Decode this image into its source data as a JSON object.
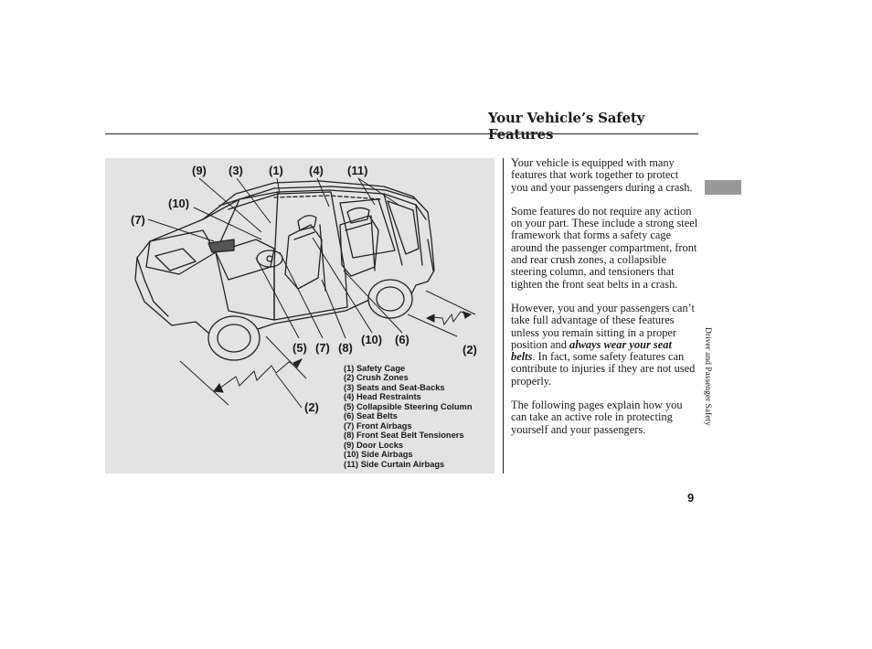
{
  "header": {
    "title": "Your Vehicle’s Safety Features"
  },
  "side_tab": {
    "label": "Driver and Passenger Safety"
  },
  "page_number": "9",
  "figure": {
    "callouts": {
      "c9": "(9)",
      "c3": "(3)",
      "c1": "(1)",
      "c4": "(4)",
      "c11": "(11)",
      "c10a": "(10)",
      "c7a": "(7)",
      "c5": "(5)",
      "c7b": "(7)",
      "c8": "(8)",
      "c10b": "(10)",
      "c6": "(6)",
      "c2a": "(2)",
      "c2b": "(2)"
    },
    "legend": [
      "(1) Safety Cage",
      "(2) Crush Zones",
      "(3) Seats and Seat-Backs",
      "(4) Head Restraints",
      "(5) Collapsible Steering Column",
      "(6) Seat Belts",
      "(7) Front Airbags",
      "(8) Front Seat Belt Tensioners",
      "(9) Door Locks",
      "(10) Side Airbags",
      "(11) Side Curtain Airbags"
    ]
  },
  "body": {
    "p1": "Your vehicle is equipped with many features that work together to protect you and your passengers during a crash.",
    "p2": "Some features do not require any action on your part. These include a strong steel framework that forms a safety cage around the passenger compartment, front and rear crush zones, a collapsible steering column, and tensioners that tighten the front seat belts in a crash.",
    "p3_before": "However, you and your passengers can’t take full advantage of these features unless you remain sitting in a proper position and ",
    "p3_emphasis": "always wear your seat belts",
    "p3_after": ". In fact, some safety features can contribute to injuries if they are not used properly.",
    "p4": "The following pages explain how you can take an active role in protecting yourself and your passengers."
  }
}
